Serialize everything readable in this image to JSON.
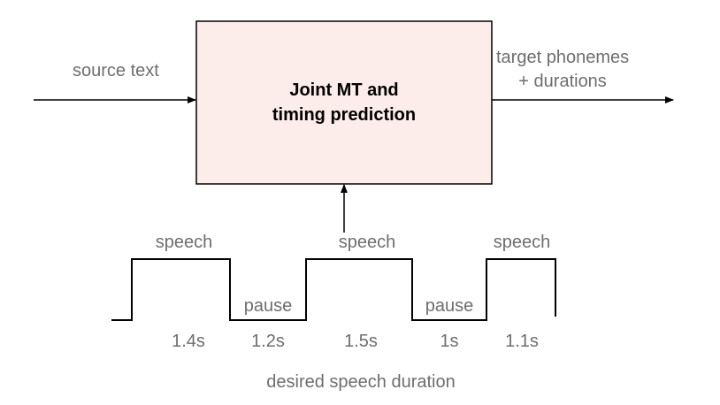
{
  "diagram": {
    "input_label": "source text",
    "output_label_line1": "target phonemes",
    "output_label_line2": "+ durations",
    "box_title_line1": "Joint MT and",
    "box_title_line2": "timing prediction",
    "box_fill": "#fcedea",
    "segments": [
      {
        "type": "speech",
        "label": "speech",
        "duration": "1.4s"
      },
      {
        "type": "pause",
        "label": "pause",
        "duration": "1.2s"
      },
      {
        "type": "speech",
        "label": "speech",
        "duration": "1.5s"
      },
      {
        "type": "pause",
        "label": "pause",
        "duration": "1s"
      },
      {
        "type": "speech",
        "label": "speech",
        "duration": "1.1s"
      }
    ],
    "caption": "desired speech duration"
  }
}
